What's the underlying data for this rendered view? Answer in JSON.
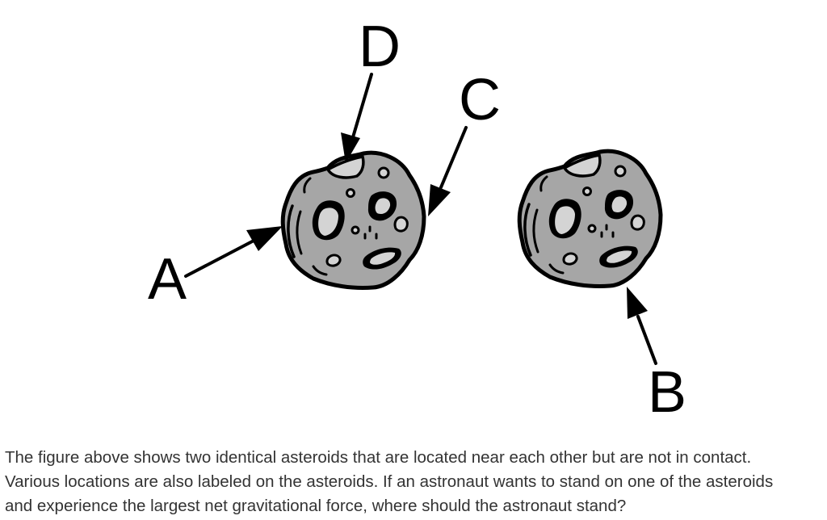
{
  "figure": {
    "labels": {
      "a": "A",
      "b": "B",
      "c": "C",
      "d": "D"
    },
    "colors": {
      "rock_fill": "#a6a6a6",
      "crater_fill": "#d4d4d4",
      "outline": "#000000"
    }
  },
  "question": {
    "lines": [
      "The figure above shows two identical asteroids that are located near each other but are not in contact.",
      "Various locations are also labeled on the asteroids. If an astronaut wants to stand on one of the asteroids",
      "and experience the largest net gravitational force, where should the astronaut stand?"
    ]
  }
}
